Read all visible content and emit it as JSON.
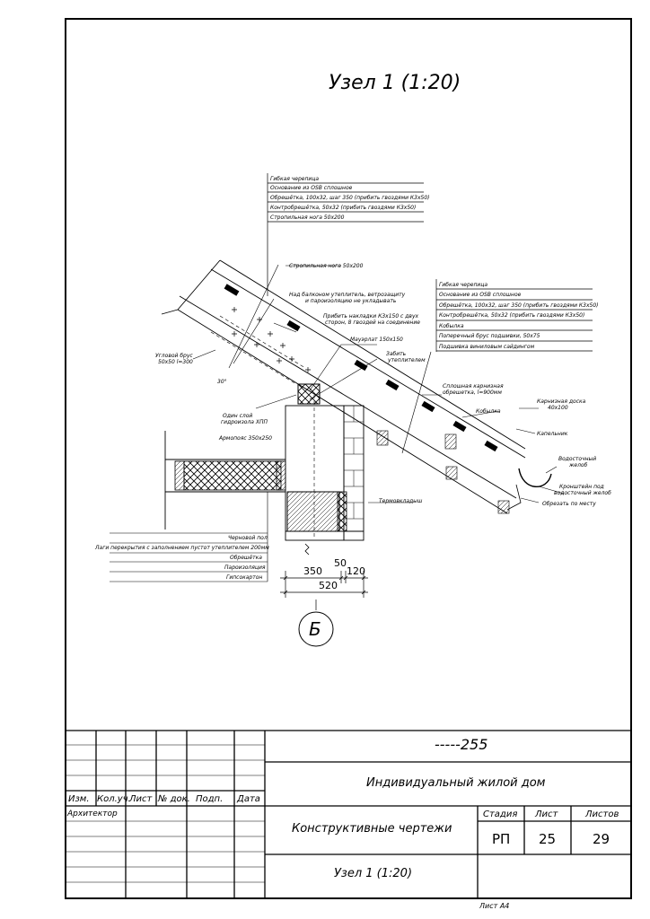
{
  "drawing": {
    "title": "Узел 1 (1:20)",
    "callout1": [
      "Гибкая черепица",
      "Основание из OSB сплошное",
      "Обрешётка, 100х32, шаг 350 (прибить гвоздями К3х50)",
      "Контробрешётка, 50х32 (прибить гвоздями К3х50)",
      "Стропильная нога 50х200"
    ],
    "callout2": [
      "Гибкая черепица",
      "Основание из OSB сплошное",
      "Обрешётка, 100х32, шаг 350 (прибить гвоздями К3х50)",
      "Контробрешётка, 50х32 (прибить гвоздями К3х50)",
      "Кобылка",
      "Поперечный брус подшивки, 50х75",
      "Подшивка виниловым сайдингом"
    ],
    "floor_layers": [
      "Черновой пол",
      "Лаги перекрытия с заполнением пустот утеплителем 200мм",
      "Обрешётка",
      "Пароизоляция",
      "Гипсокартон"
    ],
    "labels": {
      "rafter": "Стропильная нога 50х200",
      "insulation_note_1": "Над балконом утеплитель, ветрозащиту",
      "insulation_note_2": "и пароизоляцию не укладывать",
      "nail_note_1": "Прибить накладки К3х150 с двух",
      "nail_note_2": "сторон, 8 гвоздей на соединение",
      "corner_beam_1": "Угловой брус",
      "corner_beam_2": "50х50 l=300",
      "angle": "30°",
      "mauerlat": "Мауэрлат 150х150",
      "fill_insulation_1": "Забить",
      "fill_insulation_2": "утеплителем",
      "one_layer_1": "Один слой",
      "one_layer_2": "гидроизола ХПП",
      "armopoyas": "Армопояс 350х250",
      "solid_sheathing_1": "Сплошная карнизная",
      "solid_sheathing_2": "обрешетка, l=900мм",
      "kobylka": "Кобылка",
      "cornice_board_1": "Карнизная доска",
      "cornice_board_2": "40х100",
      "drip": "Капельник",
      "gutter_1": "Водосточный",
      "gutter_2": "желоб",
      "bracket_1": "Кронштейн под",
      "bracket_2": "водосточный желоб",
      "cut_in_place": "Обрезать по месту",
      "thermo_block": "Термовкладыш",
      "dim_350": "350",
      "dim_50": "50",
      "dim_120": "120",
      "dim_520": "520",
      "axis": "Б"
    }
  },
  "stamp": {
    "code": "-----255",
    "project": "Индивидуальный жилой дом",
    "headers": [
      "Изм.",
      "Кол.уч.",
      "Лист",
      "№ док.",
      "Подп.",
      "Дата"
    ],
    "architect": "Архитектор",
    "sheet_title": "Конструктивные чертежи",
    "stage_label": "Стадия",
    "sheet_label": "Лист",
    "sheets_label": "Листов",
    "stage": "РП",
    "sheet": "25",
    "sheets": "29",
    "node": "Узел 1 (1:20)",
    "format": "Лист А4"
  }
}
